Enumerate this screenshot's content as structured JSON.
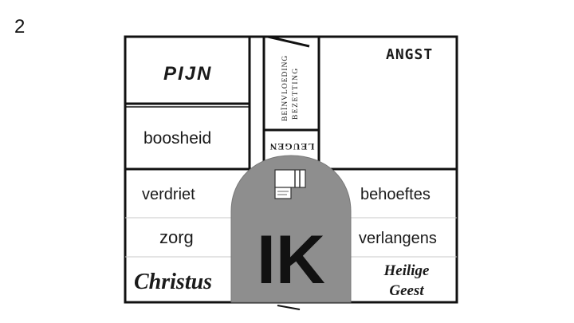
{
  "slide": {
    "number": "2"
  },
  "diagram": {
    "center": {
      "label": "IK"
    },
    "zones": {
      "pijn": "PIJN",
      "angst": "ANGST",
      "boosheid": "boosheid",
      "beinvloeding": "BEÏNVLOEDING",
      "bezetting": "BEZETTING",
      "leugen": "LEUGEN",
      "verdriet": "verdriet",
      "zorg": "zorg",
      "christus": "Christus",
      "behoeftes": "behoeftes",
      "verlangens": "verlangens",
      "heilige": "Heilige",
      "geest": "Geest"
    },
    "colors": {
      "center_fill": "#8e8e8e",
      "center_text": "#111111",
      "lines": "#111111",
      "divider": "#c8c8c8"
    },
    "icon": "small-window-icon"
  }
}
